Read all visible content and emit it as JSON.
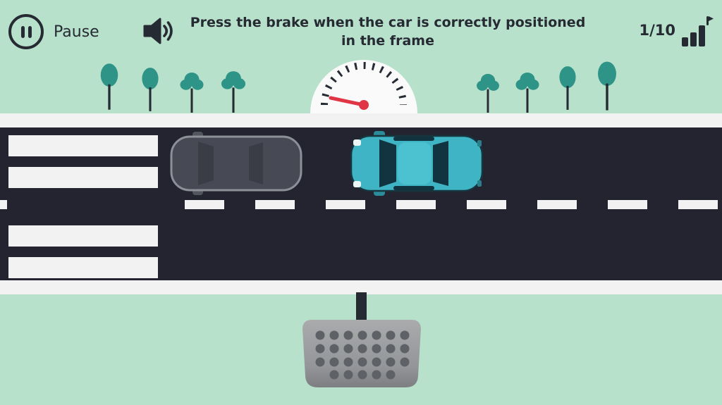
{
  "header": {
    "pause_label": "Pause",
    "instruction_line1": "Press the brake when the car is correctly positioned",
    "instruction_line2": "in the frame",
    "score": "1/10"
  },
  "hud": {
    "progress_current": 1,
    "progress_total": 10,
    "speedometer_needle_angle_deg": 168
  },
  "icons": {
    "pause": "pause-icon",
    "speaker": "audio-speaker-icon",
    "progress": "progress-levels-flag-icon",
    "speedometer": "speedometer-gauge",
    "brake_pedal": "brake-pedal"
  },
  "colors": {
    "background": "#b8e1cc",
    "road": "#23242f",
    "road_markings": "#f2f2f2",
    "ink": "#262b33",
    "tree_canopy": "#2f9488",
    "car_body": "#3fb4c4",
    "car_glass": "#113440",
    "needle_red": "#e03545",
    "pedal_gray": "#9fa1a4",
    "ghost_car_gray": "#8d8f99"
  }
}
